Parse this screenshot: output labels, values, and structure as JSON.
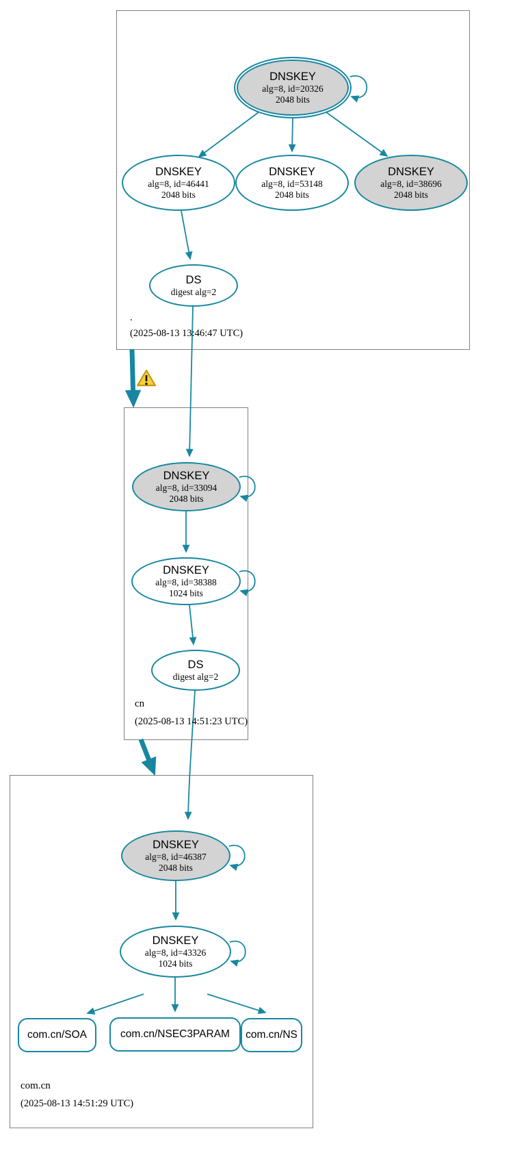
{
  "diagram": {
    "kind": "DNSSEC authentication chain graph"
  },
  "colors": {
    "edge_teal": "#1787a0",
    "node_fill_gray": "#d3d3d3",
    "node_fill_white": "#ffffff",
    "cluster_border": "#7f7f7f",
    "warning_fill": "#f7cf39",
    "warning_border": "#c79810"
  },
  "icons": {
    "warning": "warning-triangle-exclamation"
  },
  "zones": {
    "root": {
      "name": ".",
      "timestamp": "(2025-08-13 13:46:47 UTC)",
      "nodes": {
        "ksk": {
          "type": "DNSKEY",
          "detail": "alg=8, id=20326",
          "bits": "2048 bits"
        },
        "key46441": {
          "type": "DNSKEY",
          "detail": "alg=8, id=46441",
          "bits": "2048 bits"
        },
        "key53148": {
          "type": "DNSKEY",
          "detail": "alg=8, id=53148",
          "bits": "2048 bits"
        },
        "key38696": {
          "type": "DNSKEY",
          "detail": "alg=8, id=38696",
          "bits": "2048 bits"
        },
        "ds": {
          "type": "DS",
          "detail": "digest alg=2"
        }
      }
    },
    "cn": {
      "name": "cn",
      "timestamp": "(2025-08-13 14:51:23 UTC)",
      "nodes": {
        "key33094": {
          "type": "DNSKEY",
          "detail": "alg=8, id=33094",
          "bits": "2048 bits"
        },
        "key38388": {
          "type": "DNSKEY",
          "detail": "alg=8, id=38388",
          "bits": "1024 bits"
        },
        "ds": {
          "type": "DS",
          "detail": "digest alg=2"
        }
      }
    },
    "com_cn": {
      "name": "com.cn",
      "timestamp": "(2025-08-13 14:51:29 UTC)",
      "nodes": {
        "key46387": {
          "type": "DNSKEY",
          "detail": "alg=8, id=46387",
          "bits": "2048 bits"
        },
        "key43326": {
          "type": "DNSKEY",
          "detail": "alg=8, id=43326",
          "bits": "1024 bits"
        }
      },
      "records": {
        "soa": "com.cn/SOA",
        "nsec3param": "com.cn/NSEC3PARAM",
        "ns": "com.cn/NS"
      }
    }
  }
}
